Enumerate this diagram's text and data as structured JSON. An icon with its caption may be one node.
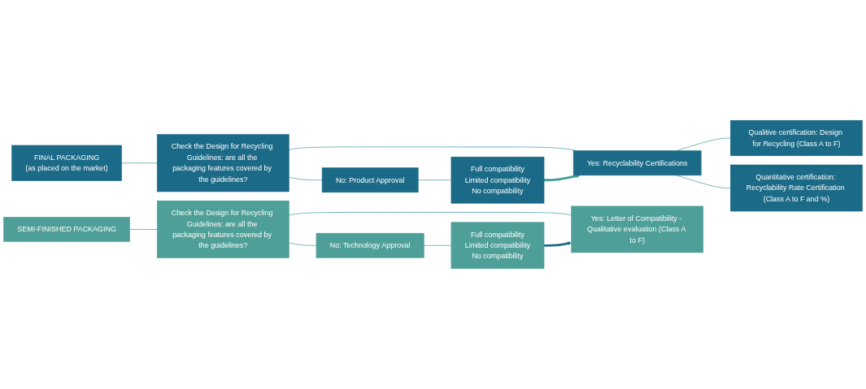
{
  "diagram": {
    "nodes": [
      {
        "text": [
          "FINAL PACKAGING",
          "(as placed on the market)"
        ]
      },
      {
        "text": [
          "Check the Design for Recycling Guidelines: are all the packaging features covered by the guidelines?"
        ]
      },
      {
        "text": [
          "No: Product Approval"
        ]
      },
      {
        "text": [
          "Full compatibility",
          "Limited compatibility",
          "No compatibility"
        ]
      },
      {
        "text": [
          "Yes: Recyclability Certifications"
        ]
      },
      {
        "text": [
          "Qualitive certification: Design for Recycling (Class A to F)"
        ]
      },
      {
        "text": [
          "Quantitative certification: Recyclability Rate Certification (Class A to F and %)"
        ]
      },
      {
        "text": [
          "SEMI-FINISHED PACKAGING"
        ]
      },
      {
        "text": [
          "Check the Design for Recycling Guidelines: are all the packaging features covered by the guidelines?"
        ]
      },
      {
        "text": [
          "No: Technology Approval"
        ]
      },
      {
        "text": [
          "Full compatibility",
          "Limited compatibility",
          "No compatibility"
        ]
      },
      {
        "text": [
          "Yes: Letter of Compatibility - Qualitative evaluation (Class A to F)"
        ]
      }
    ],
    "edges": [
      {
        "from": 0,
        "to": 1,
        "arrow": "none"
      },
      {
        "from": 1,
        "to": 2,
        "arrow": "none"
      },
      {
        "from": 1,
        "to": 4,
        "arrow": "none"
      },
      {
        "from": 2,
        "to": 3,
        "arrow": "none"
      },
      {
        "from": 3,
        "to": 4,
        "arrow": "to",
        "style": "thick",
        "color": "#3f9b94"
      },
      {
        "from": 4,
        "to": 5,
        "arrow": "none"
      },
      {
        "from": 4,
        "to": 6,
        "arrow": "none"
      },
      {
        "from": 7,
        "to": 8,
        "arrow": "none"
      },
      {
        "from": 8,
        "to": 9,
        "arrow": "none"
      },
      {
        "from": 8,
        "to": 11,
        "arrow": "none"
      },
      {
        "from": 9,
        "to": 10,
        "arrow": "none"
      },
      {
        "from": 10,
        "to": 11,
        "arrow": "to",
        "style": "thick",
        "color": "#1b6a87"
      }
    ]
  }
}
